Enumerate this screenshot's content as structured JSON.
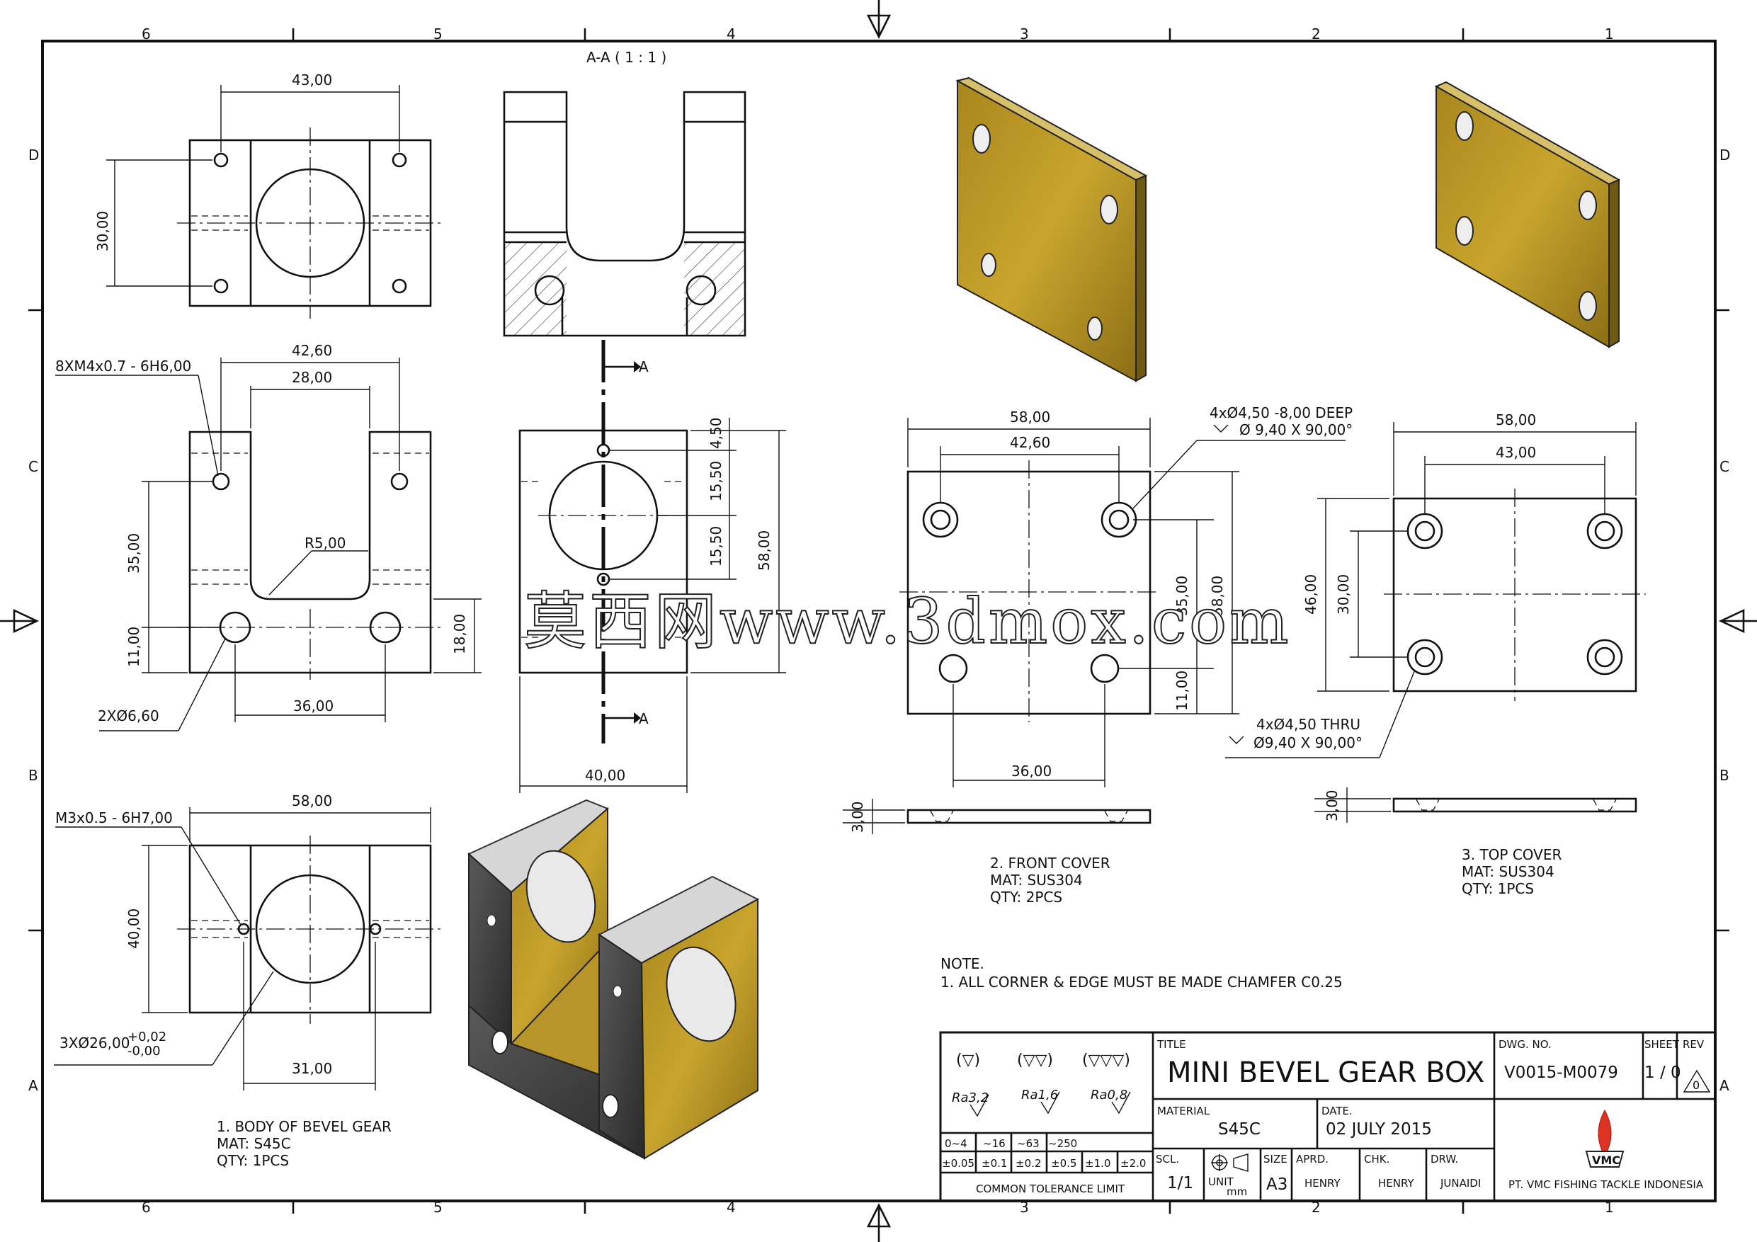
{
  "border": {
    "columns": [
      "6",
      "5",
      "4",
      "3",
      "2",
      "1"
    ],
    "rows": [
      "D",
      "C",
      "B",
      "A"
    ]
  },
  "section_label": "A-A ( 1 : 1 )",
  "section_marks": [
    "A",
    "A"
  ],
  "watermark": "莫西网www.3dmox.com",
  "view1": {
    "dims": [
      "43,00",
      "30,00"
    ]
  },
  "view2": {
    "dims": [
      "42,60",
      "28,00",
      "35,00",
      "11,00",
      "18,00",
      "36,00"
    ],
    "radius": "R5,00",
    "thread_callout": "8XM4x0.7 - 6H6,00",
    "hole_callout": "2XØ6,60"
  },
  "view3": {
    "dims": [
      "58,00",
      "40,00",
      "31,00"
    ],
    "thread_callout": "M3x0.5 - 6H7,00",
    "bore_callout": "3XØ26,00",
    "tol_plus": "+0,02",
    "tol_minus": "-0,00"
  },
  "side_view": {
    "dims": [
      "4,50",
      "15,50",
      "15,50",
      "58,00",
      "40,00"
    ]
  },
  "front_cover": {
    "dims": [
      "58,00",
      "42,60",
      "35,00",
      "58,00",
      "11,00",
      "36,00",
      "3,00"
    ],
    "callout_line1": "4xØ4,50 -8,00 DEEP",
    "callout_line2": "Ø 9,40 X 90,00°",
    "caption": [
      "2. FRONT COVER",
      "MAT: SUS304",
      "QTY: 2PCS"
    ]
  },
  "top_cover": {
    "dims": [
      "58,00",
      "43,00",
      "46,00",
      "30,00",
      "3,00"
    ],
    "callout_line1": "4xØ4,50 THRU",
    "callout_line2": "Ø9,40 X 90,00°",
    "caption": [
      "3. TOP COVER",
      "MAT: SUS304",
      "QTY: 1PCS"
    ]
  },
  "body_caption": [
    "1. BODY OF BEVEL GEAR",
    "MAT: S45C",
    "QTY: 1PCS"
  ],
  "note": [
    "NOTE.",
    "1. ALL CORNER & EDGE MUST BE MADE CHAMFER C0.25"
  ],
  "title_block": {
    "surface_symbols": [
      "(▽)",
      "(▽▽)",
      "(▽▽▽)"
    ],
    "roughness": [
      "Ra3,2",
      "Ra1,6",
      "Ra0,8"
    ],
    "range_labels": [
      "0~4",
      "~16",
      "~63",
      "~250"
    ],
    "tolerances": [
      "±0.05",
      "±0.1",
      "±0.2",
      "±0.5",
      "±1.0",
      "±2.0"
    ],
    "common_tolerance_label": "COMMON TOLERANCE LIMIT",
    "title_label": "TITLE",
    "title": "MINI BEVEL GEAR BOX",
    "dwg_no_label": "DWG. NO.",
    "dwg_no": "V0015-M0079",
    "sheet_label": "SHEET",
    "sheet": "1 / 0",
    "rev_label": "REV",
    "rev": "0",
    "material_label": "MATERIAL",
    "material": "S45C",
    "date_label": "DATE.",
    "date": "02 JULY 2015",
    "scl_label": "SCL.",
    "scale": "1/1",
    "unit_label": "UNIT",
    "unit": "mm",
    "size_label": "SIZE",
    "size": "A3",
    "aprd_label": "APRD.",
    "aprd": "HENRY",
    "chk_label": "CHK.",
    "chk": "HENRY",
    "drw_label": "DRW.",
    "drw": "JUNAIDI",
    "logo_text": "VMC",
    "company": "PT. VMC FISHING TACKLE INDONESIA"
  },
  "colors": {
    "brass": "#b89320",
    "brass_dark": "#6f5a14",
    "steel_dark": "#3a3a3a"
  }
}
